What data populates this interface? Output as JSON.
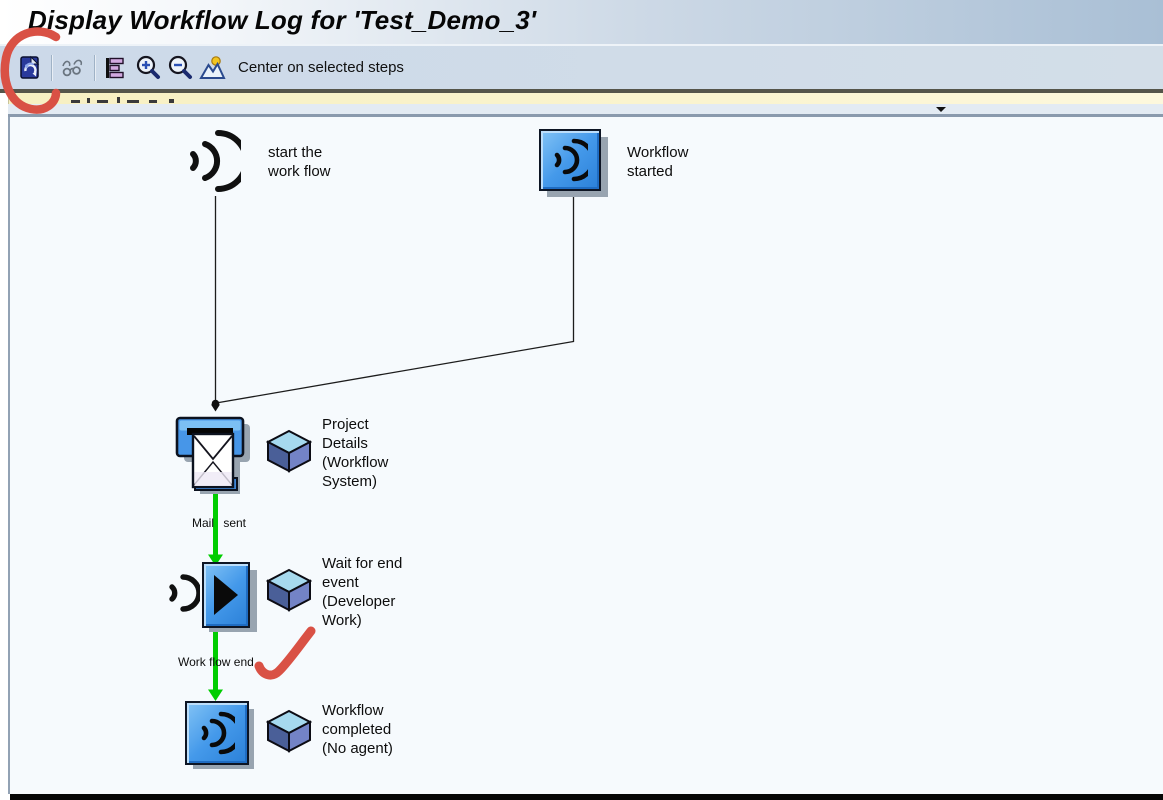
{
  "header": {
    "title": "Display Workflow Log for 'Test_Demo_3'"
  },
  "toolbar": {
    "buttons": [
      {
        "id": "refresh",
        "icon": "refresh-icon"
      },
      {
        "id": "display",
        "icon": "glasses-icon"
      },
      {
        "id": "hierarchy",
        "icon": "hierarchy-list-icon"
      },
      {
        "id": "zoom-in",
        "icon": "zoom-in-icon"
      },
      {
        "id": "zoom-out",
        "icon": "zoom-out-icon"
      },
      {
        "id": "center",
        "icon": "center-on-steps-icon"
      }
    ],
    "center_label": "Center on selected steps"
  },
  "panel_strip": {
    "dropdown_icon": "chevron-down-icon"
  },
  "diagram": {
    "nodes": [
      {
        "id": "start-event",
        "icon": "event-trigger-icon",
        "label": "start the\nwork flow"
      },
      {
        "id": "workflow-started",
        "icon": "workflow-event-icon",
        "label": "Workflow\nstarted"
      },
      {
        "id": "send-mail-step",
        "icon": "send-mail-icon",
        "badge_icon": "step-cube-icon",
        "label": "Project\nDetails\n(Workflow\nSystem)"
      },
      {
        "id": "wait-for-event",
        "icon": "wait-event-icon",
        "badge_icon": "step-cube-icon",
        "label": "Wait for end\nevent\n(Developer\nWork)"
      },
      {
        "id": "workflow-completed",
        "icon": "workflow-event-icon",
        "badge_icon": "step-cube-icon",
        "label": "Workflow\ncompleted\n(No agent)"
      }
    ],
    "edges": [
      {
        "id": "mail-sent",
        "label": "Mail sent"
      },
      {
        "id": "work-flow-end",
        "label": "Work flow end"
      }
    ]
  },
  "annotations": {
    "items": [
      "hand-drawn circle around refresh button",
      "hand-drawn checkmark near Work flow end"
    ],
    "color": "#d95145"
  },
  "colors": {
    "arrow_green": "#00cd00",
    "node_blue": "#3b90e6",
    "toolbar_blue": "#cfdce9",
    "cream_bar": "#faf4cf",
    "canvas": "#f6fafd"
  }
}
